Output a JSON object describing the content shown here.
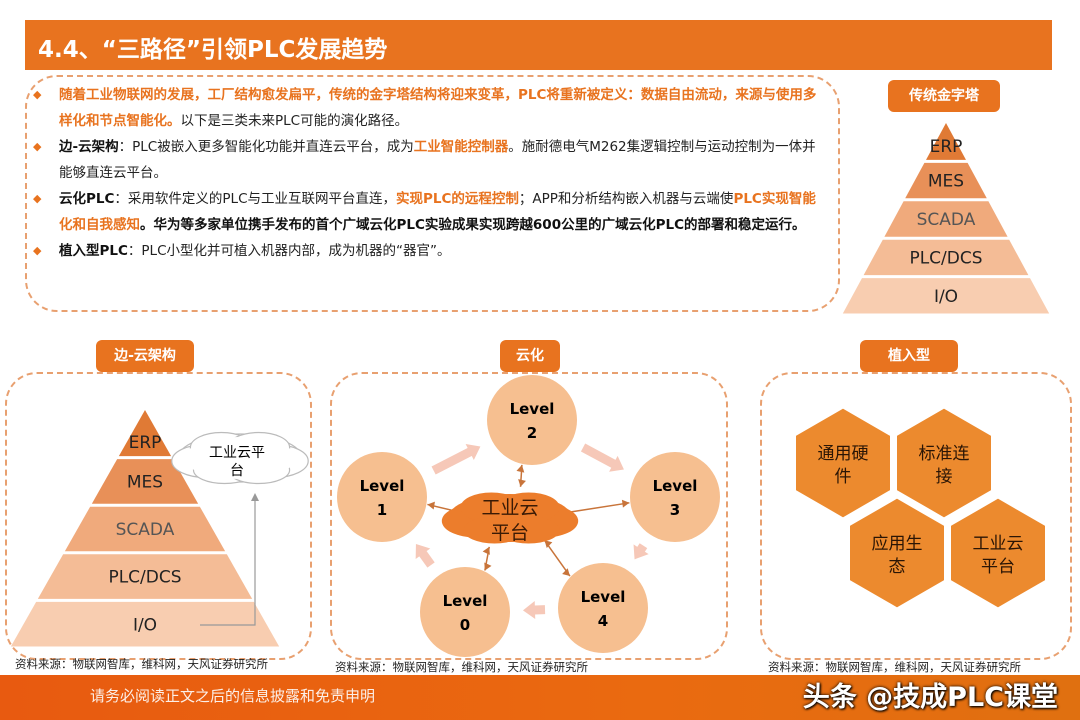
{
  "header": {
    "title": "4.4、“三路径”引领PLC发展趋势"
  },
  "bullets": [
    {
      "parts": [
        {
          "s": "o",
          "t": "随着工业物联网的发展，工厂结构愈发扁平，传统的金字塔结构将迎来变革，PLC将重新被定义：数据自由流动，来源与使用多样化和节点智能化。"
        },
        {
          "s": "n",
          "t": "以下是三类未来PLC可能的演化路径。"
        }
      ]
    },
    {
      "parts": [
        {
          "s": "b",
          "t": "边-云架构"
        },
        {
          "s": "n",
          "t": "：PLC被嵌入更多智能化功能并直连云平台，成为"
        },
        {
          "s": "o",
          "t": "工业智能控制器"
        },
        {
          "s": "n",
          "t": "。施耐德电气M262集逻辑控制与运动控制为一体并能够直连云平台。"
        }
      ]
    },
    {
      "parts": [
        {
          "s": "b",
          "t": "云化PLC"
        },
        {
          "s": "n",
          "t": "：采用软件定义的PLC与工业互联网平台直连，"
        },
        {
          "s": "o",
          "t": "实现PLC的远程控制"
        },
        {
          "s": "n",
          "t": "；APP和分析结构嵌入机器与云端使"
        },
        {
          "s": "o",
          "t": "PLC实现智能化和自我感知"
        },
        {
          "s": "b",
          "t": "。华为等多家单位携手发布的首个广域云化PLC实验成果实现跨越600公里的广域云化PLC的部署和稳定运行。"
        }
      ]
    },
    {
      "parts": [
        {
          "s": "b",
          "t": "植入型PLC"
        },
        {
          "s": "n",
          "t": "：PLC小型化并可植入机器内部，成为机器的“器官”。"
        }
      ]
    }
  ],
  "pyramid_traditional": {
    "label": "传统金字塔",
    "layers": [
      "ERP",
      "MES",
      "SCADA",
      "PLC/DCS",
      "I/O"
    ]
  },
  "edge_cloud": {
    "label": "边-云架构",
    "layers": [
      "ERP",
      "MES",
      "SCADA",
      "PLC/DCS",
      "I/O"
    ],
    "cloud": [
      "工业云平",
      "台"
    ]
  },
  "cloudified": {
    "label": "云化",
    "center": [
      "工业云",
      "平台"
    ],
    "levels": [
      {
        "a": "Level",
        "b": "2"
      },
      {
        "a": "Level",
        "b": "1"
      },
      {
        "a": "Level",
        "b": "3"
      },
      {
        "a": "Level",
        "b": "0"
      },
      {
        "a": "Level",
        "b": "4"
      }
    ]
  },
  "embedded": {
    "label": "植入型",
    "hexes": [
      [
        "通用硬",
        "件"
      ],
      [
        "标准连",
        "接"
      ],
      [
        "应用生",
        "态"
      ],
      [
        "工业云",
        "平台"
      ]
    ]
  },
  "sources": [
    "资料来源：物联网智库，维科网，天风证券研究所",
    "资料来源：物联网智库，维科网，天风证券研究所",
    "资料来源：物联网智库，维科网，天风证券研究所"
  ],
  "footer": {
    "disclaimer": "请务必阅读正文之后的信息披露和免责申明",
    "watermark": "头条 @技成PLC课堂"
  },
  "colors": {
    "accent": "#e8731f",
    "layers": [
      "#e07a35",
      "#e89058",
      "#f0aa7c",
      "#f4bc96",
      "#f8cdb0"
    ],
    "circle": "#f6bf90"
  }
}
